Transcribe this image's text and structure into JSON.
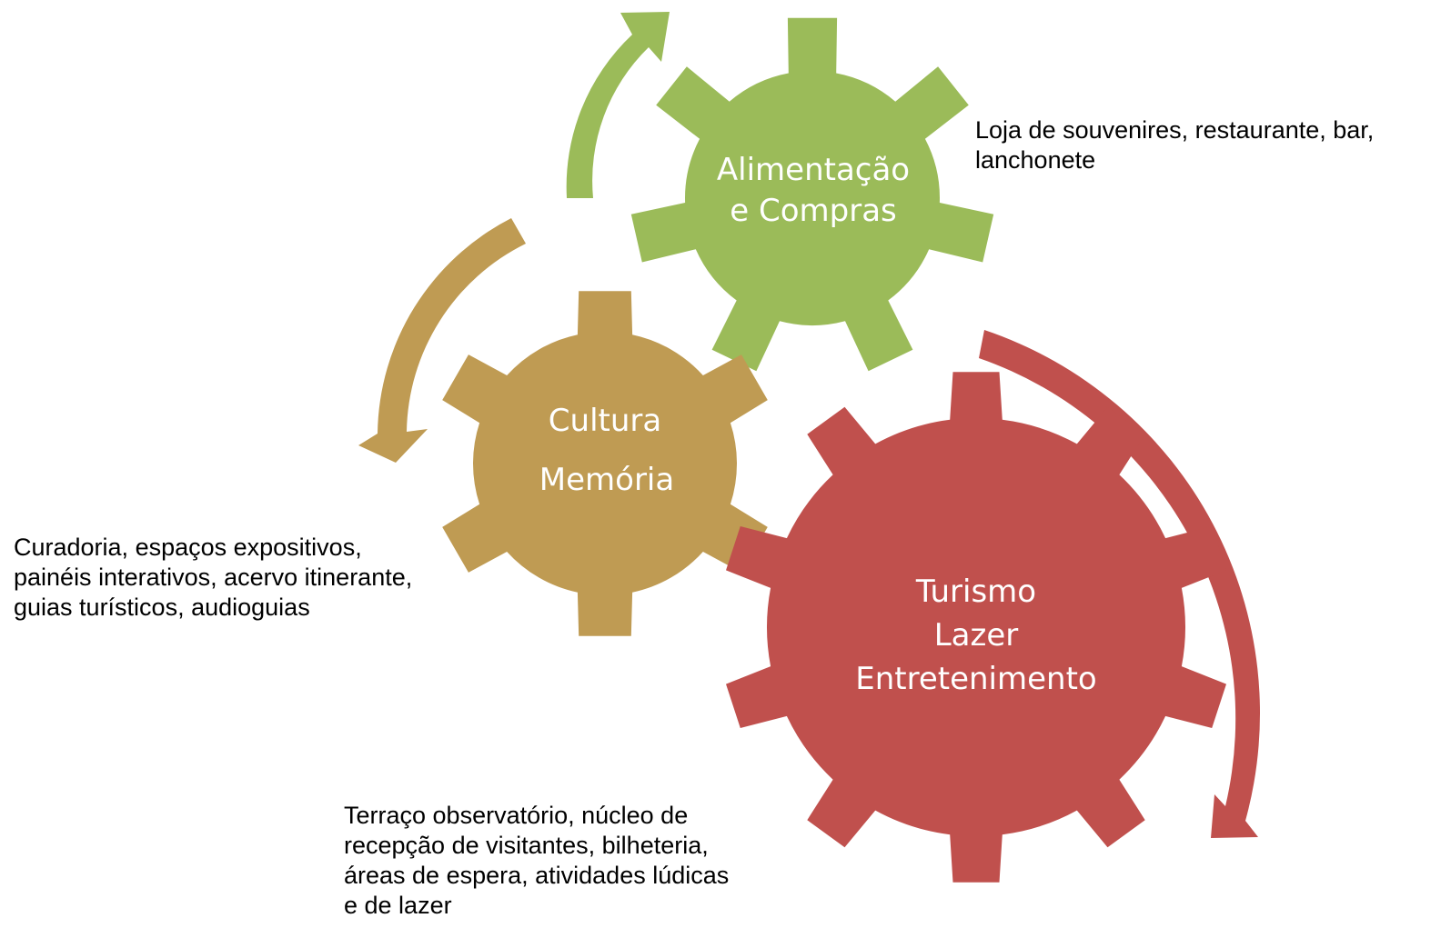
{
  "colors": {
    "green": "#9BBB59",
    "gold": "#BF9B53",
    "red": "#C0504D"
  },
  "gears": [
    {
      "id": "alimentacao",
      "color": "#9BBB59",
      "lines": [
        "Alimentação",
        "e Compras"
      ]
    },
    {
      "id": "cultura",
      "color": "#BF9B53",
      "lines": [
        "Cultura",
        "Memória"
      ]
    },
    {
      "id": "turismo",
      "color": "#C0504D",
      "lines": [
        "Turismo",
        "Lazer",
        "Entretenimento"
      ]
    }
  ],
  "descriptions": {
    "alimentacao": [
      "Loja de souvenires, restaurante, bar,",
      "lanchonete"
    ],
    "cultura": [
      "Curadoria, espaços expositivos,",
      "painéis interativos, acervo itinerante,",
      "guias turísticos, audioguias"
    ],
    "turismo": [
      "Terraço observatório, núcleo de",
      "recepção de visitantes, bilheteria,",
      "áreas de espera, atividades lúdicas",
      "e de lazer"
    ]
  }
}
